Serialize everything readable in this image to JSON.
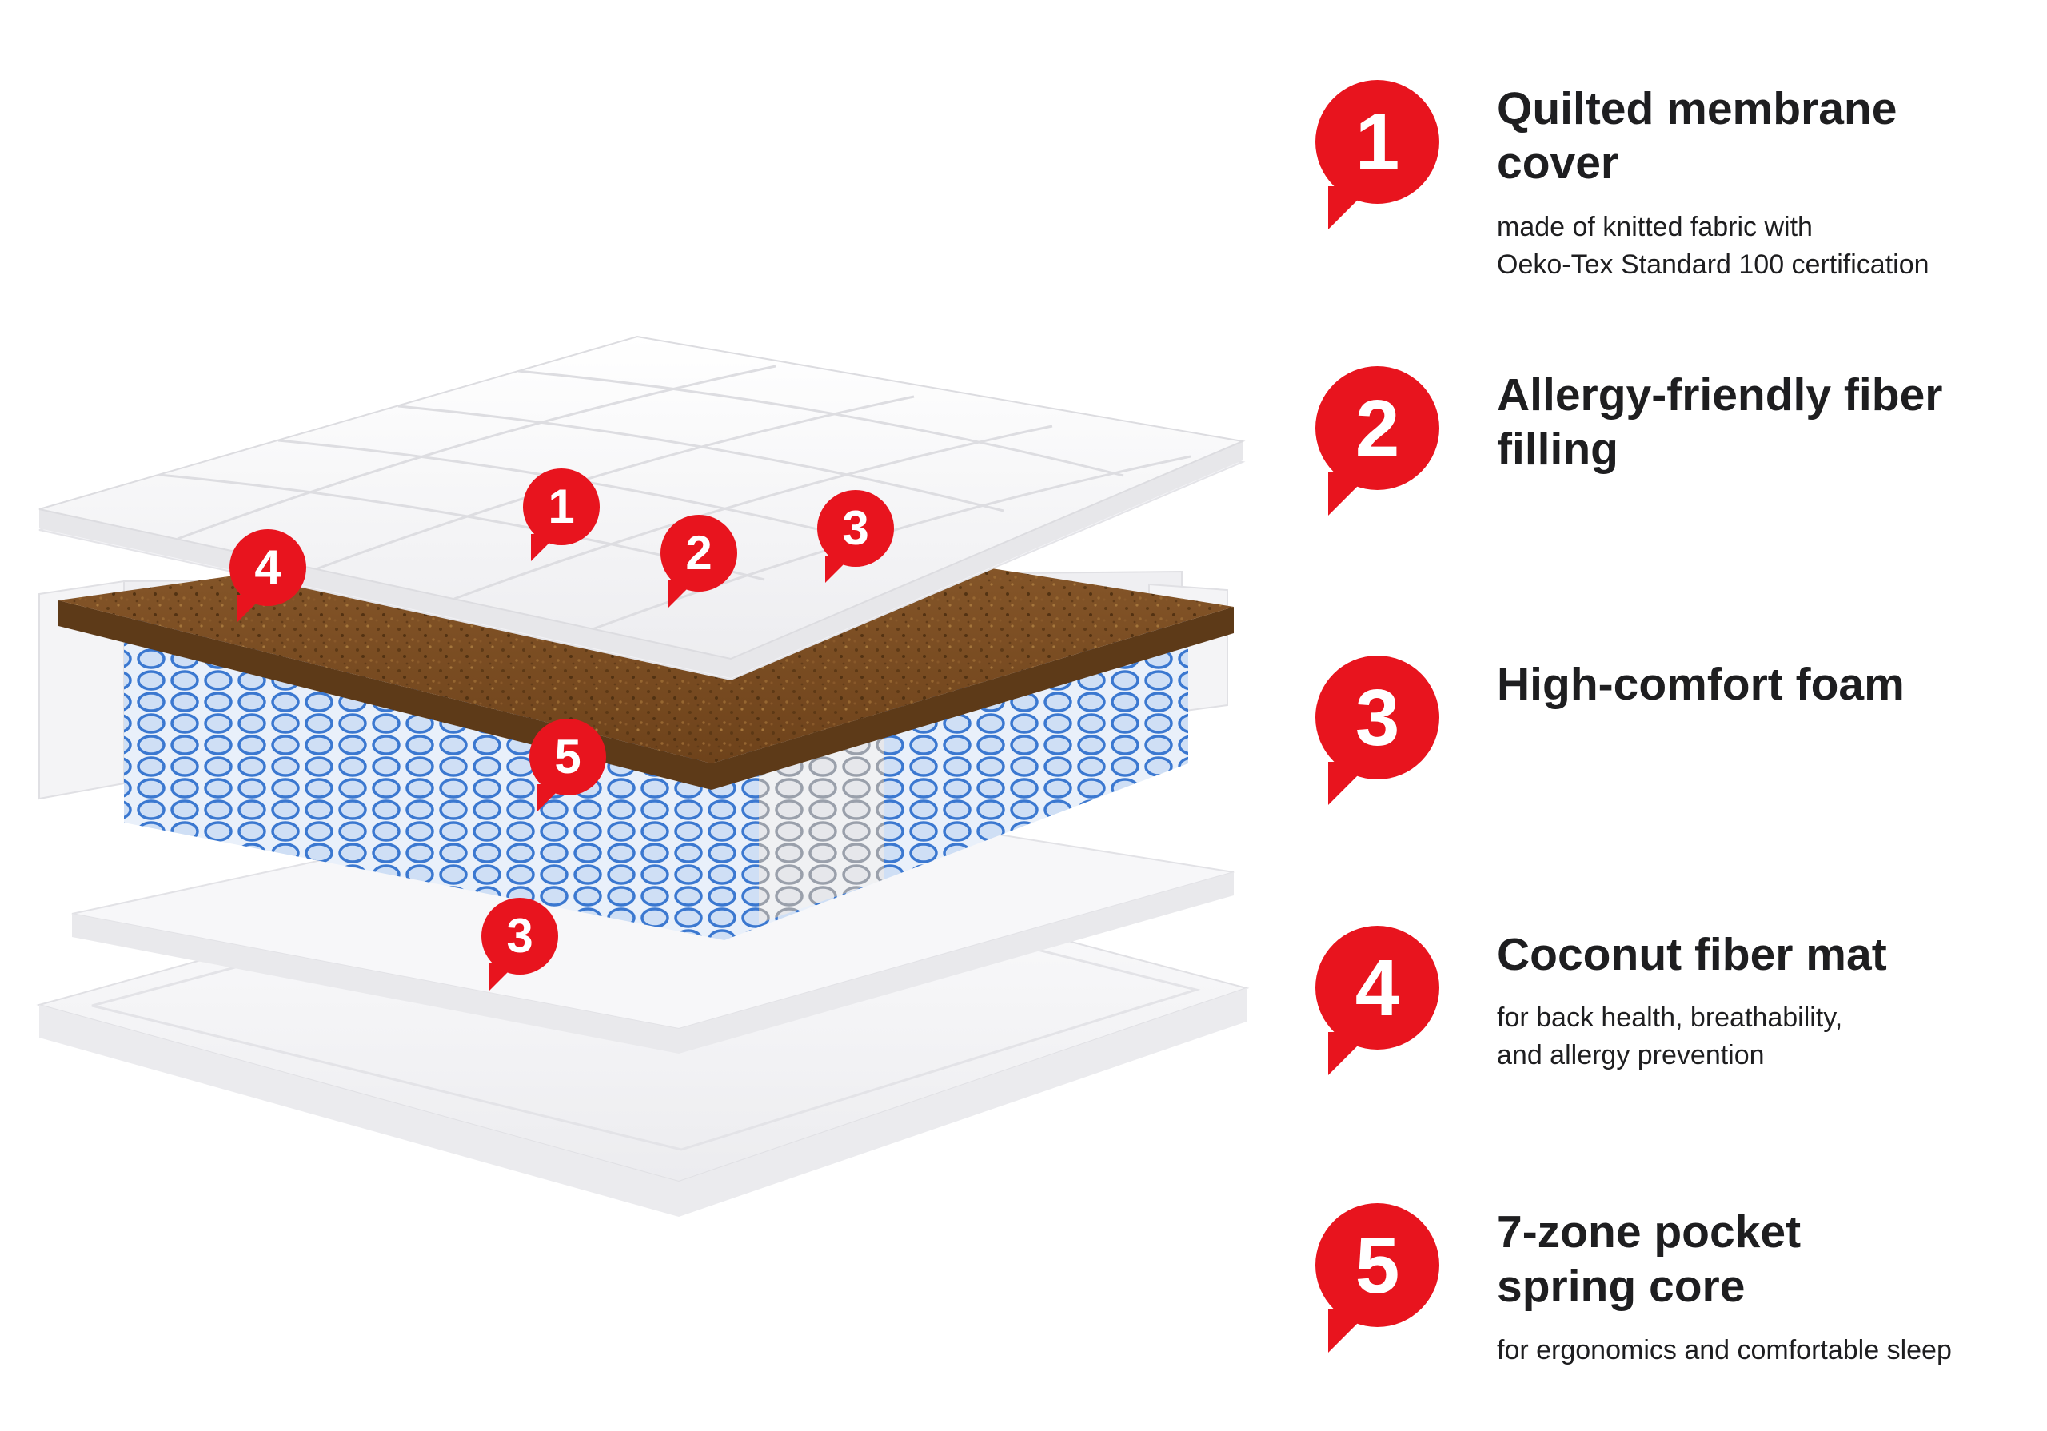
{
  "colors": {
    "accent_red": "#e8141e",
    "coconut_brown": "#7d5126",
    "spring_blue": "#3b78d0",
    "background": "#ffffff"
  },
  "diagram": {
    "illustration": "exploded-mattress-layers",
    "markers": [
      {
        "label": "1"
      },
      {
        "label": "2"
      },
      {
        "label": "3"
      },
      {
        "label": "4"
      },
      {
        "label": "5"
      },
      {
        "label": "3"
      }
    ]
  },
  "legend": {
    "items": [
      {
        "number": "1",
        "title": "Quilted membrane cover",
        "description": "made of knitted fabric with\nOeko-Tex Standard 100 certification"
      },
      {
        "number": "2",
        "title": "Allergy-friendly fiber filling",
        "description": ""
      },
      {
        "number": "3",
        "title": "High-comfort foam",
        "description": ""
      },
      {
        "number": "4",
        "title": "Coconut fiber mat",
        "description": "for back health, breathability,\nand allergy prevention"
      },
      {
        "number": "5",
        "title": "7-zone pocket spring core",
        "description": "for ergonomics and comfortable sleep"
      }
    ]
  }
}
